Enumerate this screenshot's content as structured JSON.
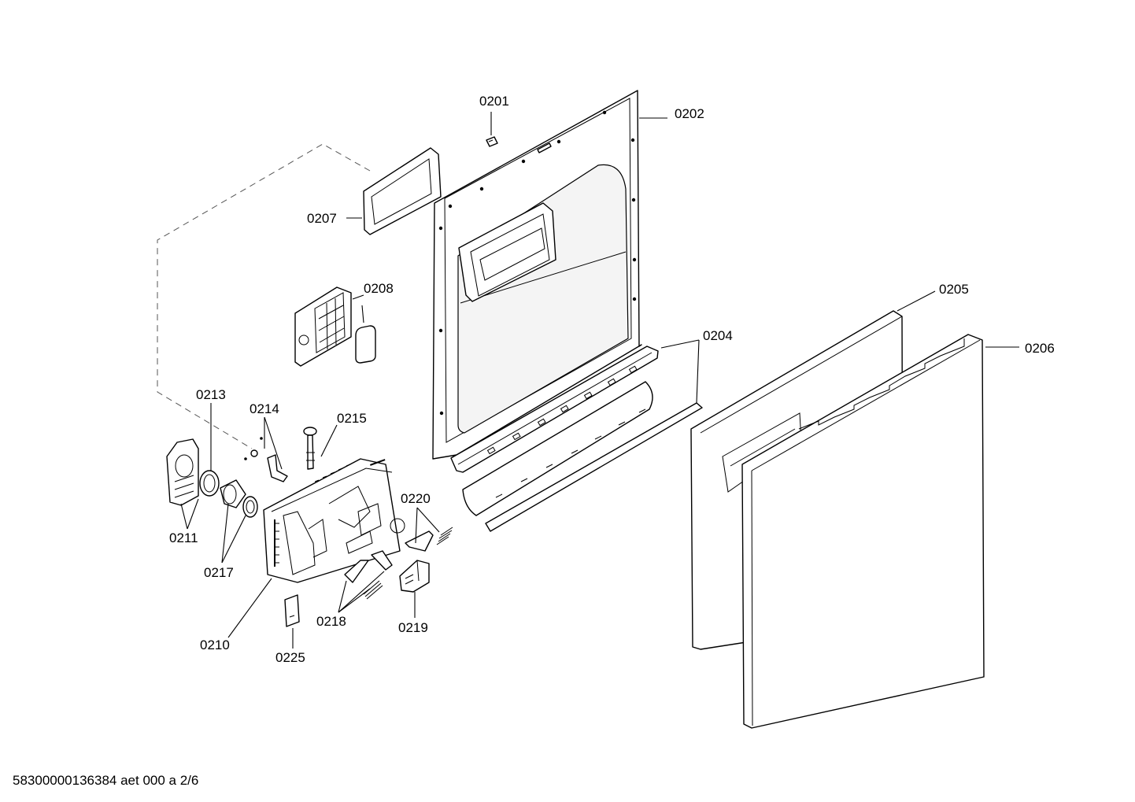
{
  "labels": {
    "p0201": "0201",
    "p0202": "0202",
    "p0204": "0204",
    "p0205": "0205",
    "p0206": "0206",
    "p0207": "0207",
    "p0208": "0208",
    "p0210": "0210",
    "p0211": "0211",
    "p0213": "0213",
    "p0214": "0214",
    "p0215": "0215",
    "p0217": "0217",
    "p0218": "0218",
    "p0219": "0219",
    "p0220": "0220",
    "p0225": "0225"
  },
  "footer": {
    "code": "58300000136384 aet 000 a 2/6"
  }
}
